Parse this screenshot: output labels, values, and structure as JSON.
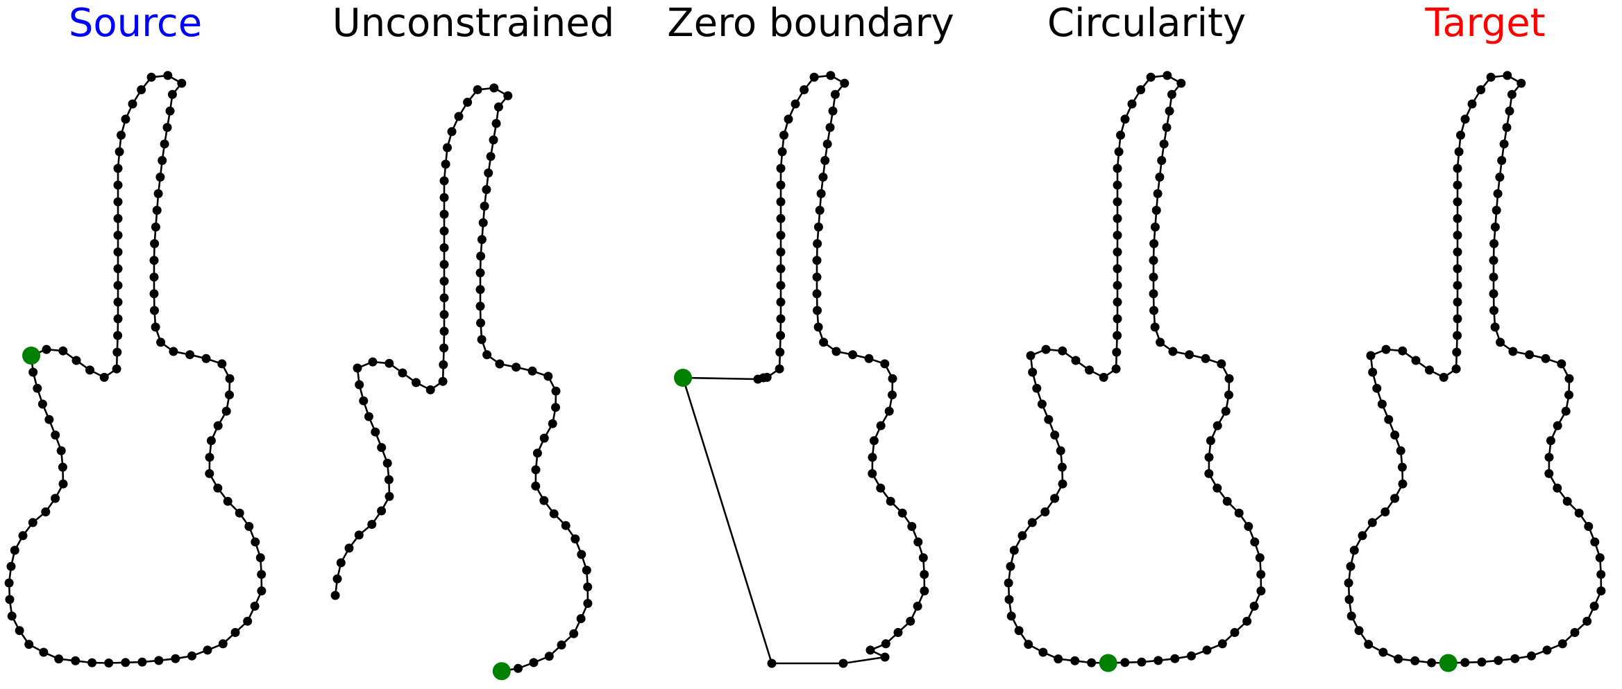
{
  "figure": {
    "colors": {
      "point": "#000000",
      "line": "#000000",
      "start_point": "#008000"
    },
    "panels": [
      {
        "id": "source",
        "title": "Source",
        "title_color": "#0000ff",
        "closed": true,
        "start_index": 0
      },
      {
        "id": "unconstrained",
        "title": "Unconstrained",
        "title_color": "#000000",
        "closed": false,
        "start_index": 0
      },
      {
        "id": "zero-boundary",
        "title": "Zero boundary",
        "title_color": "#000000",
        "closed": true,
        "start_index": 0
      },
      {
        "id": "circularity",
        "title": "Circularity",
        "title_color": "#000000",
        "closed": true,
        "start_index": 0
      },
      {
        "id": "target",
        "title": "Target",
        "title_color": "#ff0000",
        "closed": true,
        "start_index": 0
      }
    ]
  }
}
